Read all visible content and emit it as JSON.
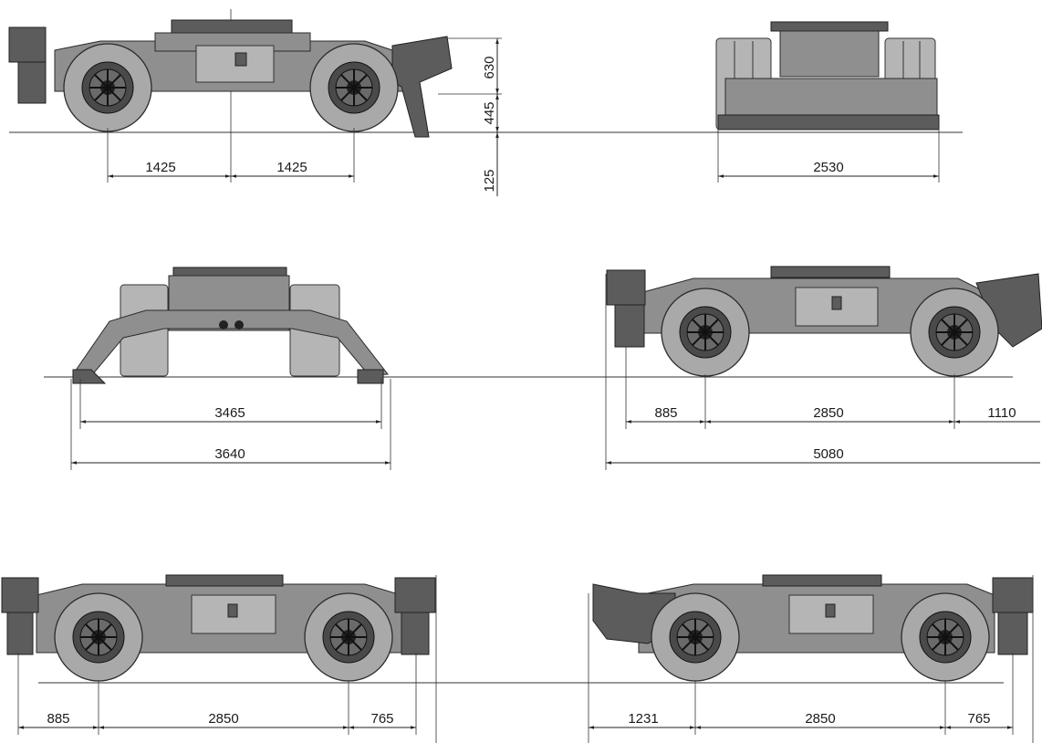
{
  "diagram": {
    "views": [
      {
        "id": "side-view-top-left",
        "dims": [
          "630",
          "445",
          "125",
          "1425",
          "1425"
        ]
      },
      {
        "id": "rear-view-top-right",
        "dims": [
          "2530"
        ]
      },
      {
        "id": "front-view-outriggers",
        "dims": [
          "3465",
          "3640"
        ]
      },
      {
        "id": "side-view-middle-right",
        "dims": [
          "885",
          "2850",
          "1110",
          "5080"
        ]
      },
      {
        "id": "side-view-bottom-left",
        "dims": [
          "885",
          "2850",
          "765"
        ]
      },
      {
        "id": "side-view-bottom-right",
        "dims": [
          "1231",
          "2850",
          "765"
        ]
      }
    ]
  }
}
